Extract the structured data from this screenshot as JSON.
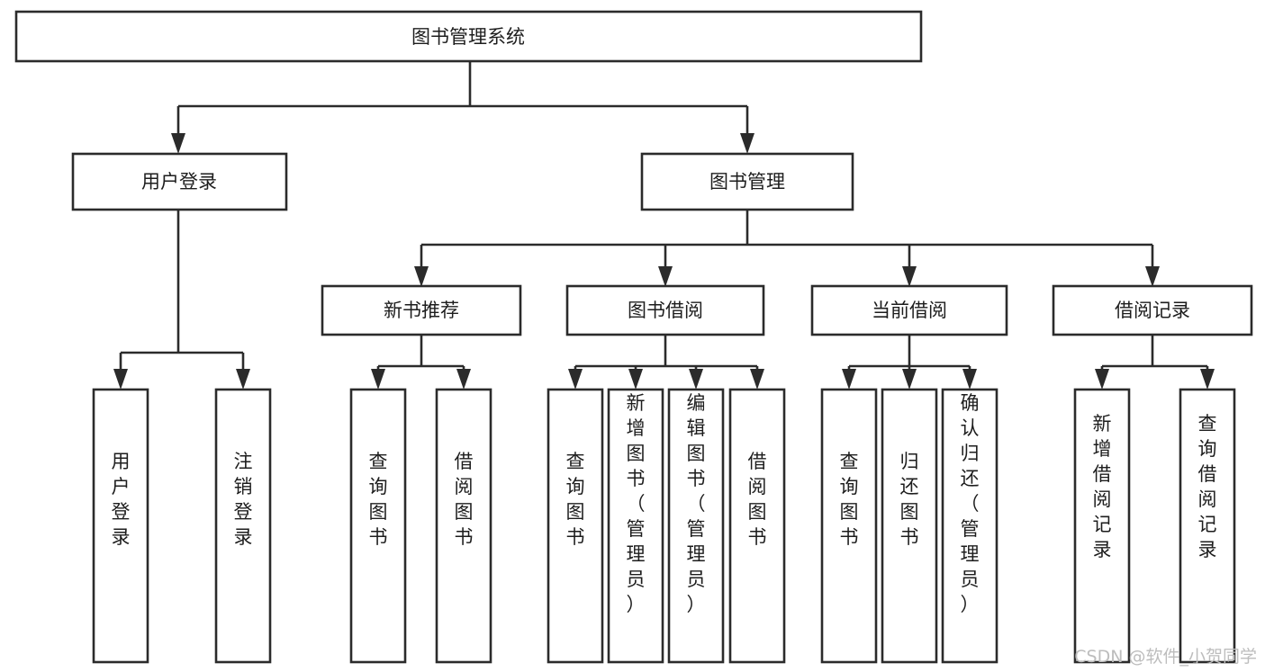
{
  "diagram": {
    "type": "tree-hierarchy-chart",
    "title": "图书管理系统",
    "orientation": "top-down",
    "colors": {
      "stroke": "#2b2b2b",
      "box_fill": "#ffffff",
      "text": "#1d1d1d",
      "background": "#ffffff",
      "watermark": "#bdbdbd"
    },
    "root": {
      "label": "图书管理系统"
    },
    "level1": [
      {
        "label": "用户登录"
      },
      {
        "label": "图书管理"
      }
    ],
    "level2": [
      {
        "label": "新书推荐",
        "parent": "图书管理"
      },
      {
        "label": "图书借阅",
        "parent": "图书管理"
      },
      {
        "label": "当前借阅",
        "parent": "图书管理"
      },
      {
        "label": "借阅记录",
        "parent": "图书管理"
      }
    ],
    "leaves_user_login": [
      {
        "label": "用户登录"
      },
      {
        "label": "注销登录"
      }
    ],
    "leaves_new_book": [
      {
        "label": "查询图书"
      },
      {
        "label": "借阅图书"
      }
    ],
    "leaves_borrow": [
      {
        "label": "查询图书"
      },
      {
        "label": "新增图书（管理员）"
      },
      {
        "label": "编辑图书（管理员）"
      },
      {
        "label": "借阅图书"
      }
    ],
    "leaves_current": [
      {
        "label": "查询图书"
      },
      {
        "label": "归还图书"
      },
      {
        "label": "确认归还（管理员）"
      }
    ],
    "leaves_record": [
      {
        "label": "新增借阅记录"
      },
      {
        "label": "查询借阅记录"
      }
    ]
  },
  "watermark": {
    "text": "CSDN @软件_小贺同学"
  }
}
